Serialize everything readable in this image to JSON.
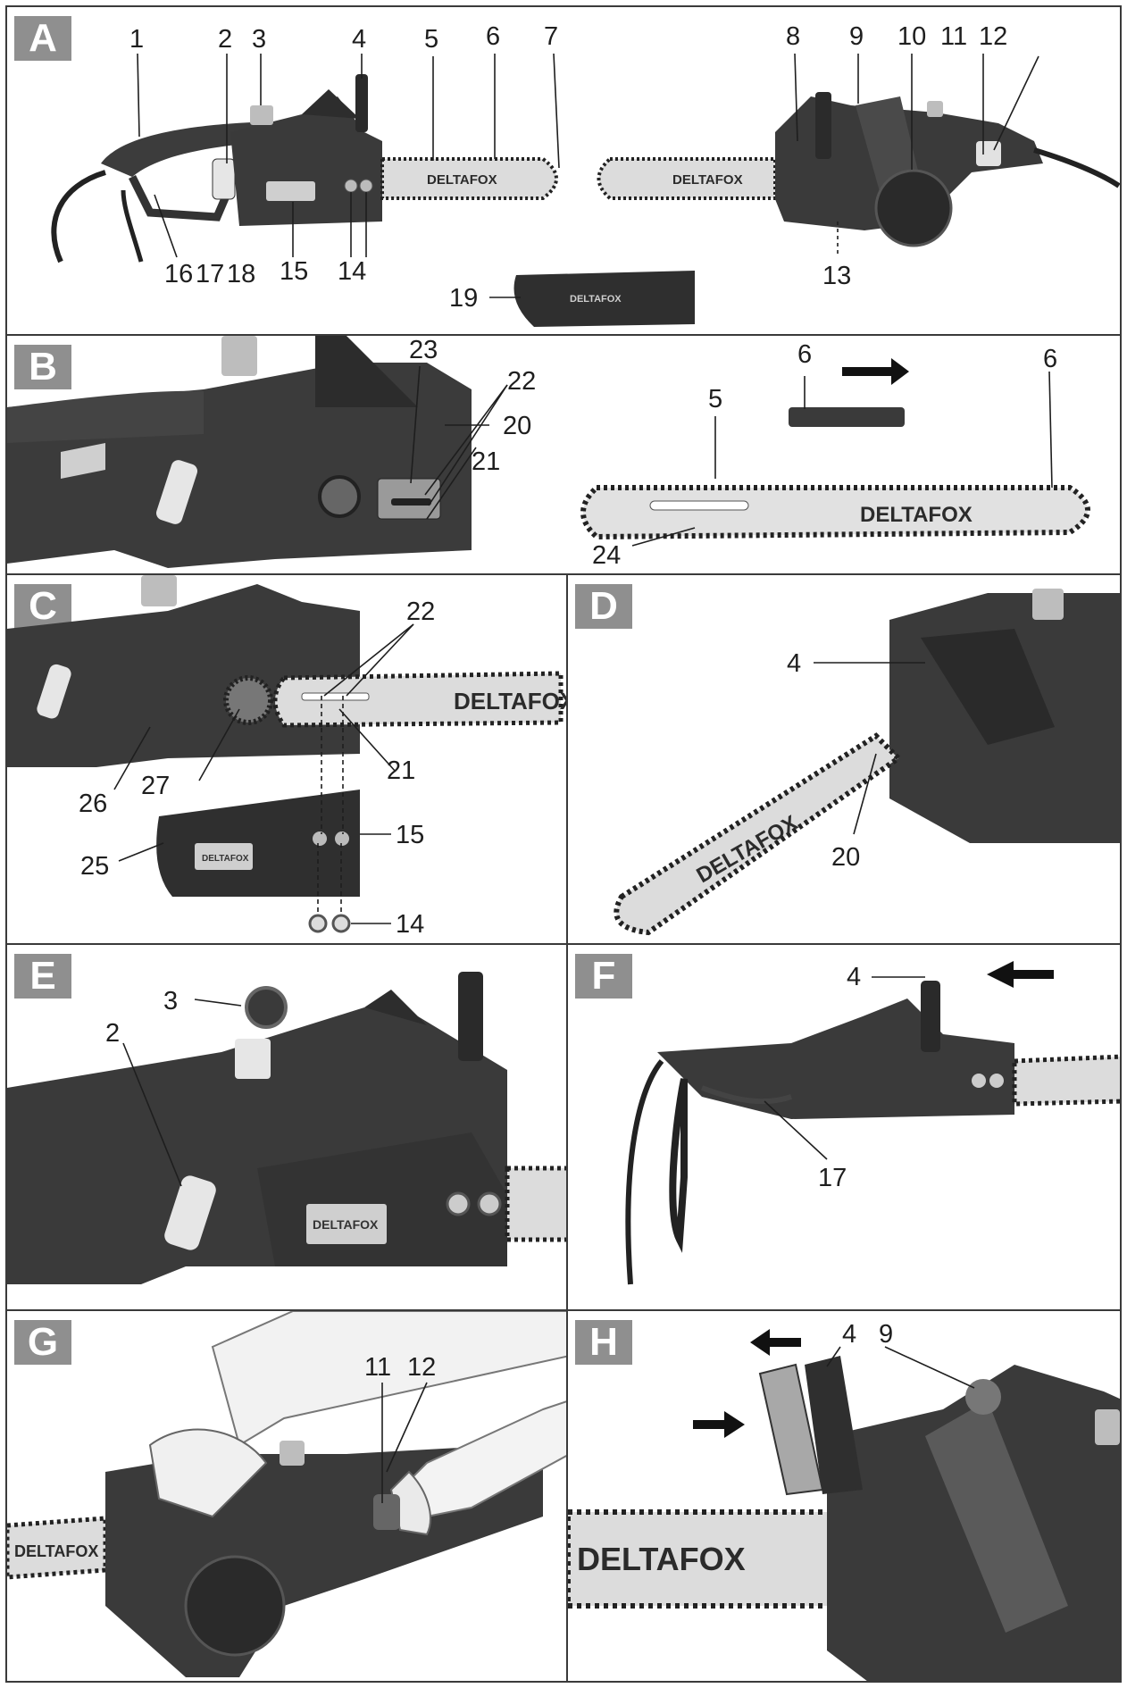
{
  "brand": "DELTAFOX",
  "panels": {
    "A": {
      "tag": "A",
      "callouts": [
        "1",
        "2",
        "3",
        "4",
        "5",
        "6",
        "7",
        "8",
        "9",
        "10",
        "11",
        "12",
        "13",
        "14",
        "14",
        "15",
        "16",
        "17",
        "18",
        "19"
      ]
    },
    "B": {
      "tag": "B",
      "callouts": [
        "23",
        "22",
        "20",
        "21",
        "6",
        "6",
        "5",
        "24"
      ]
    },
    "C": {
      "tag": "C",
      "callouts": [
        "22",
        "27",
        "21",
        "26",
        "25",
        "15",
        "14"
      ]
    },
    "D": {
      "tag": "D",
      "callouts": [
        "4",
        "20"
      ]
    },
    "E": {
      "tag": "E",
      "callouts": [
        "3",
        "2"
      ]
    },
    "F": {
      "tag": "F",
      "callouts": [
        "4",
        "17"
      ]
    },
    "G": {
      "tag": "G",
      "callouts": [
        "11",
        "12"
      ]
    },
    "H": {
      "tag": "H",
      "callouts": [
        "4",
        "9"
      ]
    }
  }
}
